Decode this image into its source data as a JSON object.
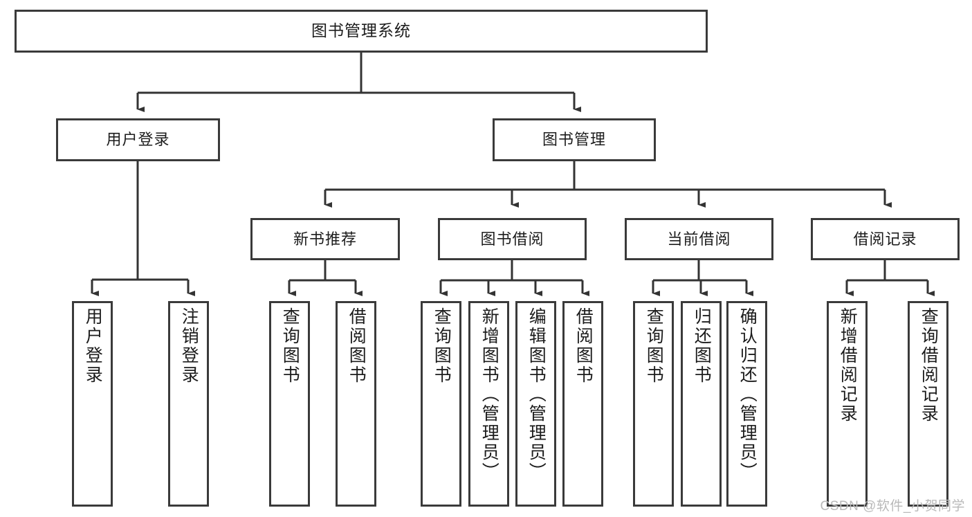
{
  "diagram": {
    "title": "图书管理系统",
    "type": "tree-hierarchy",
    "root": {
      "label": "图书管理系统"
    },
    "level2": [
      {
        "label": "用户登录"
      },
      {
        "label": "图书管理"
      }
    ],
    "level3": [
      {
        "label": "新书推荐"
      },
      {
        "label": "图书借阅"
      },
      {
        "label": "当前借阅"
      },
      {
        "label": "借阅记录"
      }
    ],
    "leaves": {
      "user_login": [
        {
          "label": "用户登录"
        },
        {
          "label": "注销登录"
        }
      ],
      "new_book_recommend": [
        {
          "label": "查询图书"
        },
        {
          "label": "借阅图书"
        }
      ],
      "book_borrow": [
        {
          "label": "查询图书"
        },
        {
          "label": "新增图书（管理员）"
        },
        {
          "label": "编辑图书（管理员）"
        },
        {
          "label": "借阅图书"
        }
      ],
      "current_borrow": [
        {
          "label": "查询图书"
        },
        {
          "label": "归还图书"
        },
        {
          "label": "确认归还（管理员）"
        }
      ],
      "borrow_record": [
        {
          "label": "新增借阅记录"
        },
        {
          "label": "查询借阅记录"
        }
      ]
    }
  },
  "watermark": {
    "text": "CSDN @软件_小贺同学"
  },
  "colors": {
    "box_border": "#3a3a3a",
    "box_fill": "#ffffff",
    "connector": "#333333",
    "text": "#1c1c1c",
    "watermark": "#b9b9b9"
  }
}
